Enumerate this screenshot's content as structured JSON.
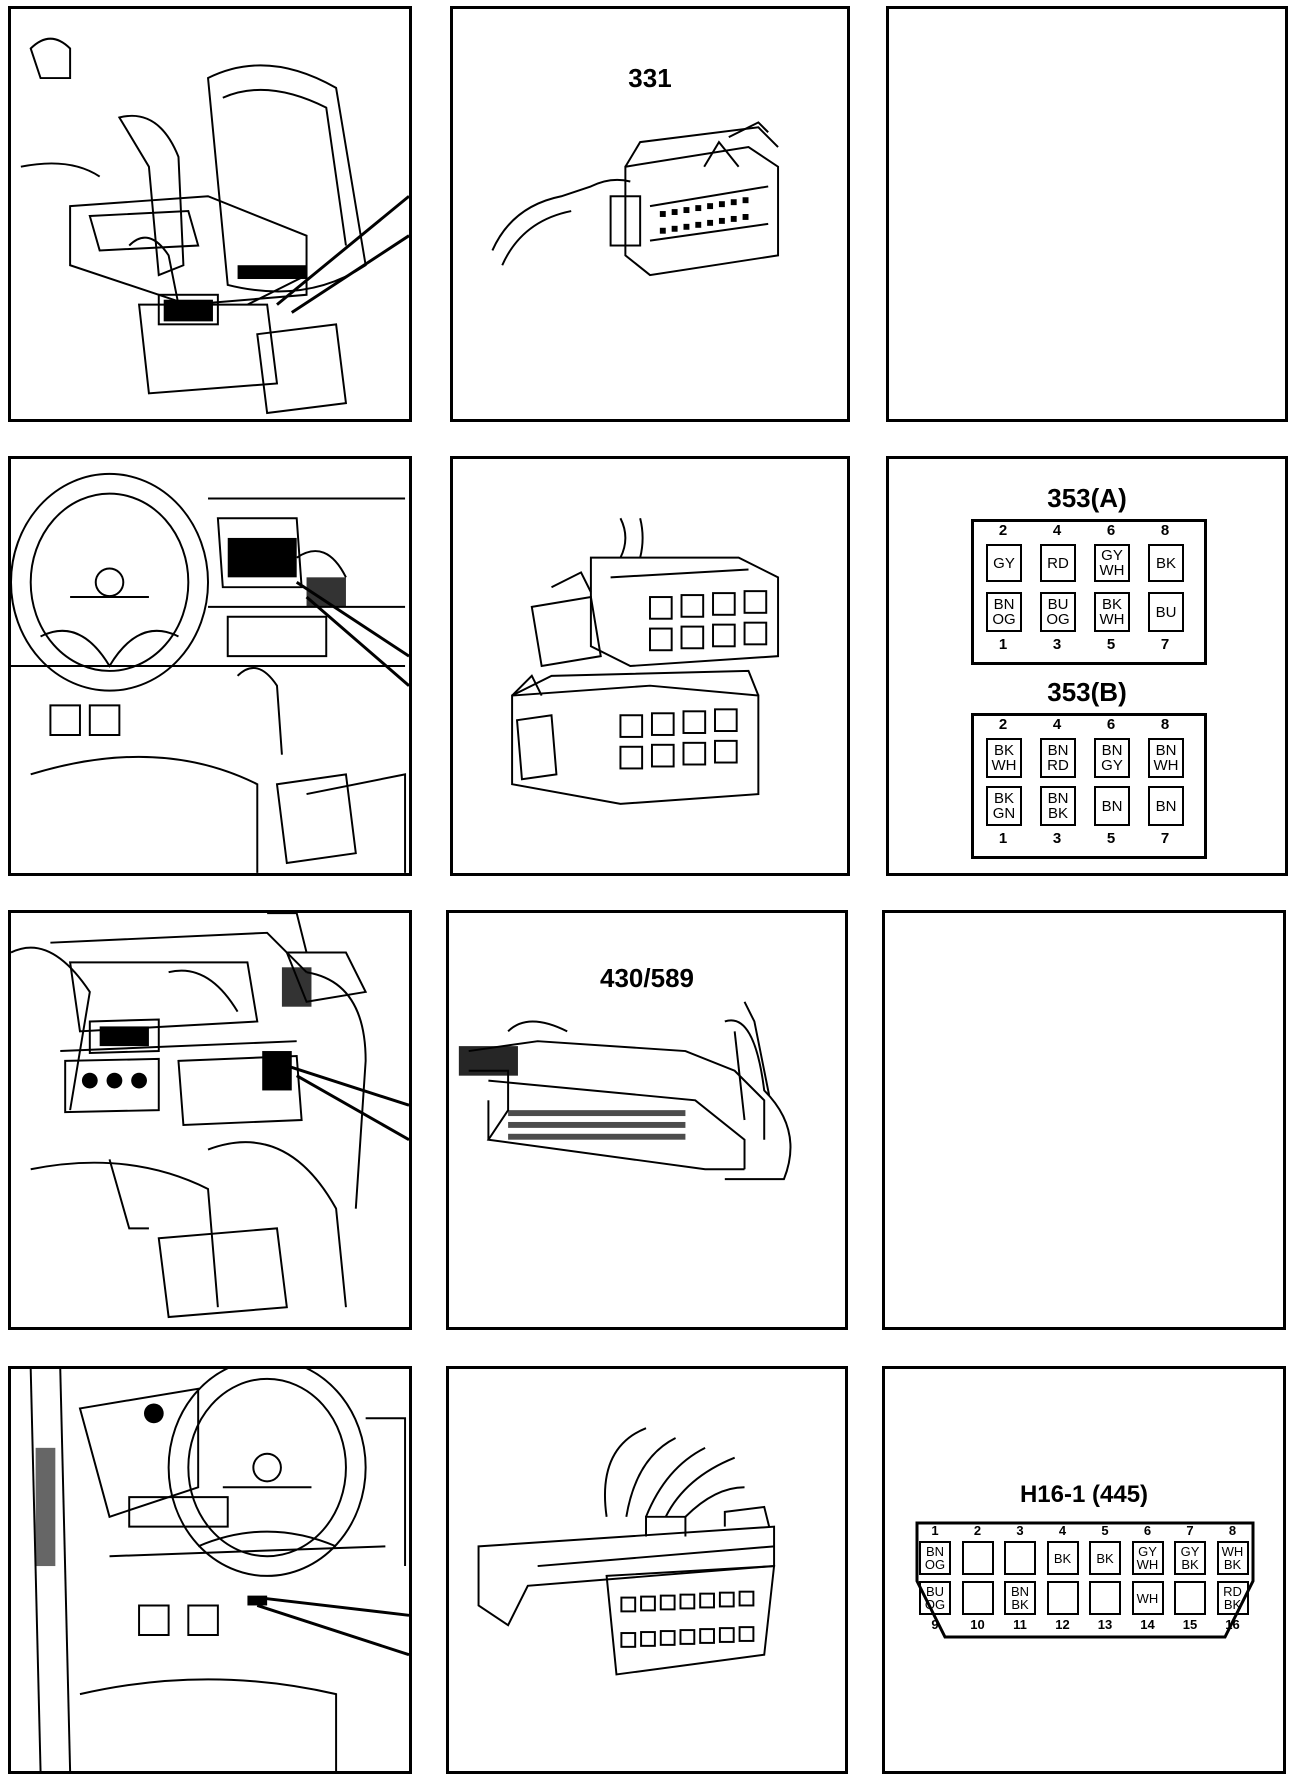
{
  "panels": {
    "row1_middle_label": "331",
    "row2_right": {
      "a": {
        "title": "353(A)",
        "top_pins": [
          "2",
          "4",
          "6",
          "8"
        ],
        "bottom_pins": [
          "1",
          "3",
          "5",
          "7"
        ],
        "top_colors": [
          "GY",
          "RD",
          "GY\nWH",
          "BK"
        ],
        "bottom_colors": [
          "BN\nOG",
          "BU\nOG",
          "BK\nWH",
          "BU"
        ]
      },
      "b": {
        "title": "353(B)",
        "top_pins": [
          "2",
          "4",
          "6",
          "8"
        ],
        "bottom_pins": [
          "1",
          "3",
          "5",
          "7"
        ],
        "top_colors": [
          "BK\nWH",
          "BN\nRD",
          "BN\nGY",
          "BN\nWH"
        ],
        "bottom_colors": [
          "BK\nGN",
          "BN\nBK",
          "BN",
          "BN"
        ]
      }
    },
    "row3_middle_label": "430/589",
    "row4_right": {
      "title": "H16-1 (445)",
      "top_pins": [
        "1",
        "2",
        "3",
        "4",
        "5",
        "6",
        "7",
        "8"
      ],
      "bottom_pins": [
        "9",
        "10",
        "11",
        "12",
        "13",
        "14",
        "15",
        "16"
      ],
      "top_colors": [
        "BN\nOG",
        "",
        "",
        "BK",
        "BK",
        "GY\nWH",
        "GY\nBK",
        "WH\nBK"
      ],
      "bottom_colors": [
        "BU\nOG",
        "",
        "BN\nBK",
        "",
        "",
        "WH",
        "",
        "RD\nBK"
      ]
    }
  }
}
